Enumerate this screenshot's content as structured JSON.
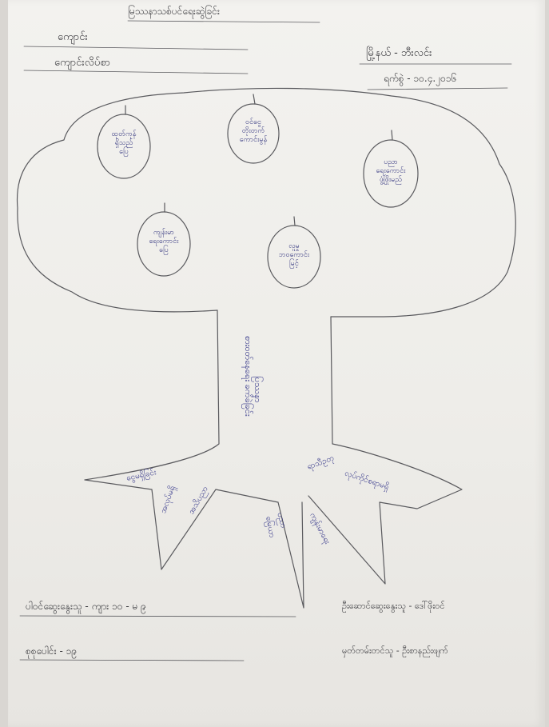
{
  "header": {
    "title": "မြဿနာသစ်ပင်ရေးဆွဲခြင်း",
    "school_label": "ကျောင်း",
    "school_address_label": "ကျောင်းလိပ်စာ",
    "township": "မြို့နယ် - ဘီးလင်း",
    "date": "ရက်စွဲ - ၁၀.၄.၂၀၁၆"
  },
  "tree": {
    "fruits": [
      {
        "text": "ထုတ်ကုန်\nရှိသည်\nပြေ"
      },
      {
        "text": "ဝင်ငွေ\nတိုးတက်\nကောင်းမွန်"
      },
      {
        "text": "ပညာ\nရေးကောင်း\nဖွံ့ဖြိုးမည်"
      },
      {
        "text": "ကျန်းမာ\nရေးကောင်း\nပြေ"
      },
      {
        "text": "လူမှု\nဘဝကောင်း\nမြင့်"
      }
    ],
    "trunk_lines": [
      "ပြဿနာ",
      "စားဝတ်နေရေး ခက်ခဲခြင်း"
    ],
    "roots": [
      "ငွေမရှိခြင်း",
      "အလုပ်မရှိ",
      "အသိပညာ",
      "ပညာ",
      "မြေယာ",
      "ကျန်းမာရေး",
      "ရာသီဥတု",
      "လုပ်ကိုင်စရာမရှိ"
    ]
  },
  "footer": {
    "participants": "ပါဝင်ဆွေးနွေးသူ - ကျား ၁၀ - မ ၉",
    "total": "စုစုပေါင်း - ၁၉",
    "facilitator": "ဦးဆောင်ဆွေးနွေးသူ - ဒေါ်ဖိုးဝင်",
    "recorder": "မှတ်တမ်းတင်သူ - ဦးစာနည်းဖျက်"
  }
}
